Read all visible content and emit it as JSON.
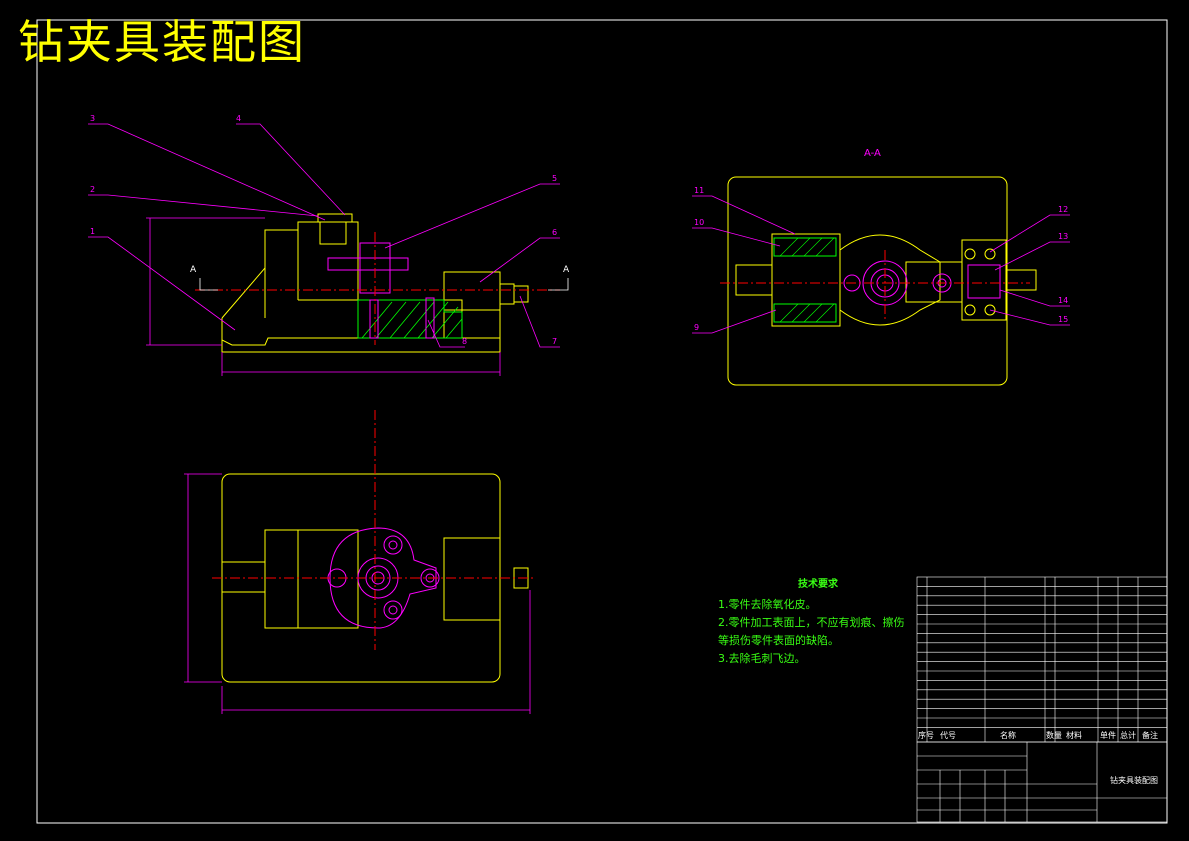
{
  "title": "钻夹具装配图",
  "section_label": "A-A",
  "cut_marks": [
    "A",
    "A"
  ],
  "balloons": [
    "1",
    "2",
    "3",
    "4",
    "5",
    "6",
    "7",
    "8",
    "9",
    "10",
    "11",
    "12",
    "13",
    "14",
    "15"
  ],
  "tech_requirements": {
    "title": "技术要求",
    "items": [
      "1.零件去除氧化皮。",
      "2.零件加工表面上，不应有划痕、擦伤",
      "等损伤零件表面的缺陷。",
      "3.去除毛刺飞边。"
    ]
  },
  "bom_headers": [
    "序号",
    "代号",
    "名称",
    "数量",
    "材料",
    "单件",
    "总计",
    "备注"
  ],
  "title_block": {
    "drawing_name": "钻夹具装配图"
  },
  "colors": {
    "outline": "#ffff00",
    "section": "#ff00ff",
    "hatch": "#00ff00",
    "center": "#ff0000",
    "frame": "#ffffff"
  }
}
